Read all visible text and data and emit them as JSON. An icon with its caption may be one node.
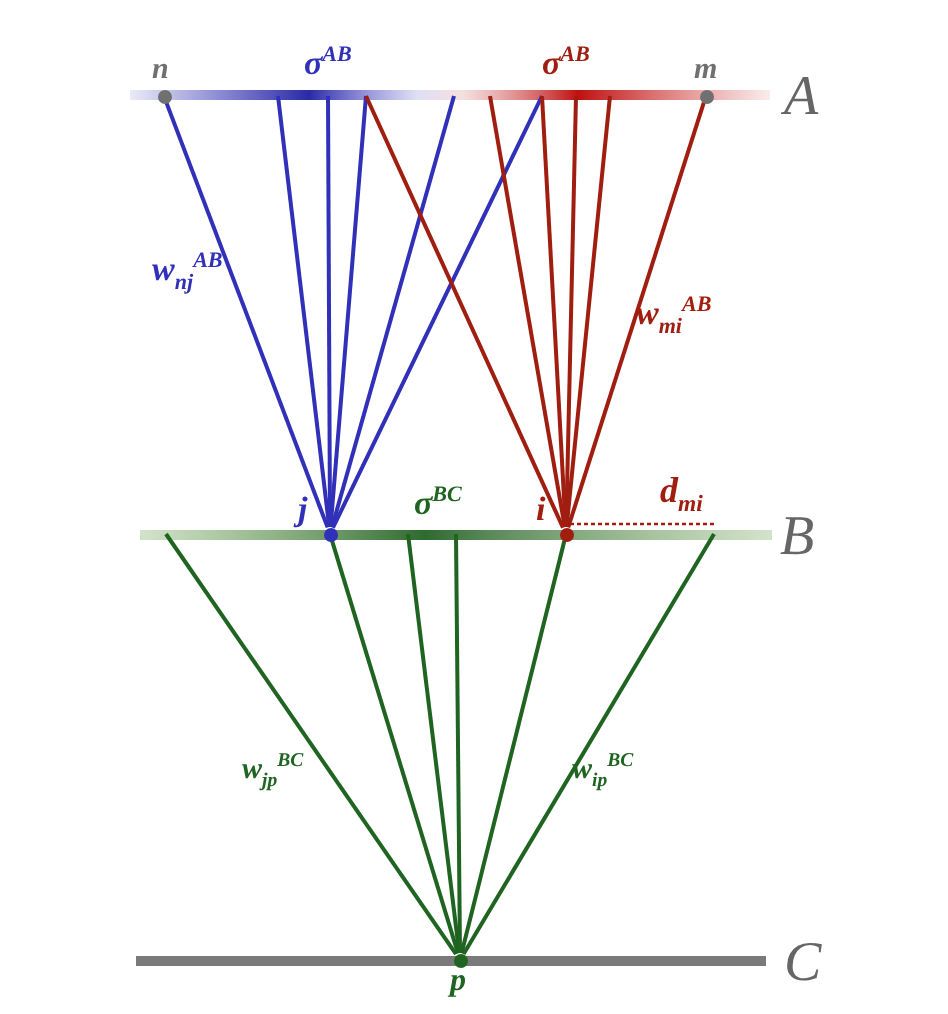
{
  "diagram": {
    "nodes": [
      {
        "text": [
          "n"
        ]
      },
      {
        "text": [
          "m"
        ]
      },
      {
        "text": [
          "j"
        ]
      },
      {
        "text": [
          "i"
        ]
      },
      {
        "text": [
          "p"
        ]
      }
    ],
    "edges": [
      {
        "from": 0,
        "to": 2,
        "arrow": "none",
        "color": "#3030b8",
        "label": "w$_{nj}$$^{AB}$"
      },
      {
        "from": null,
        "to": 2,
        "arrow": "none",
        "color": "#3030b8"
      },
      {
        "from": null,
        "to": 2,
        "arrow": "none",
        "color": "#3030b8"
      },
      {
        "from": null,
        "to": 2,
        "arrow": "none",
        "color": "#3030b8"
      },
      {
        "from": null,
        "to": 2,
        "arrow": "none",
        "color": "#3030b8"
      },
      {
        "from": null,
        "to": 2,
        "arrow": "none",
        "color": "#3030b8"
      },
      {
        "from": null,
        "to": 3,
        "arrow": "none",
        "color": "#a01e10"
      },
      {
        "from": null,
        "to": 3,
        "arrow": "none",
        "color": "#a01e10"
      },
      {
        "from": null,
        "to": 3,
        "arrow": "none",
        "color": "#a01e10"
      },
      {
        "from": null,
        "to": 3,
        "arrow": "none",
        "color": "#a01e10"
      },
      {
        "from": null,
        "to": 3,
        "arrow": "none",
        "color": "#a01e10"
      },
      {
        "from": 1,
        "to": 3,
        "arrow": "none",
        "color": "#a01e10",
        "label": "w$_{mi}$$^{AB}$"
      },
      {
        "from": null,
        "to": 4,
        "arrow": "none",
        "color": "#1f6420"
      },
      {
        "from": 2,
        "to": 4,
        "arrow": "none",
        "color": "#1f6420"
      },
      {
        "from": null,
        "to": 4,
        "arrow": "none",
        "color": "#1f6420"
      },
      {
        "from": null,
        "to": 4,
        "arrow": "none",
        "color": "#1f6420"
      },
      {
        "from": 3,
        "to": 4,
        "arrow": "none",
        "color": "#1f6420"
      },
      {
        "from": null,
        "to": 4,
        "arrow": "none",
        "color": "#1f6420"
      }
    ],
    "labels": [
      "σ$^{AB}$",
      "σ$^{AB}$",
      "A",
      "σ$^{BC}$",
      "d$_{mi}$",
      "B",
      "w$_{jp}$$^{BC}$",
      "w$_{ip}$$^{BC}$",
      "C"
    ]
  }
}
